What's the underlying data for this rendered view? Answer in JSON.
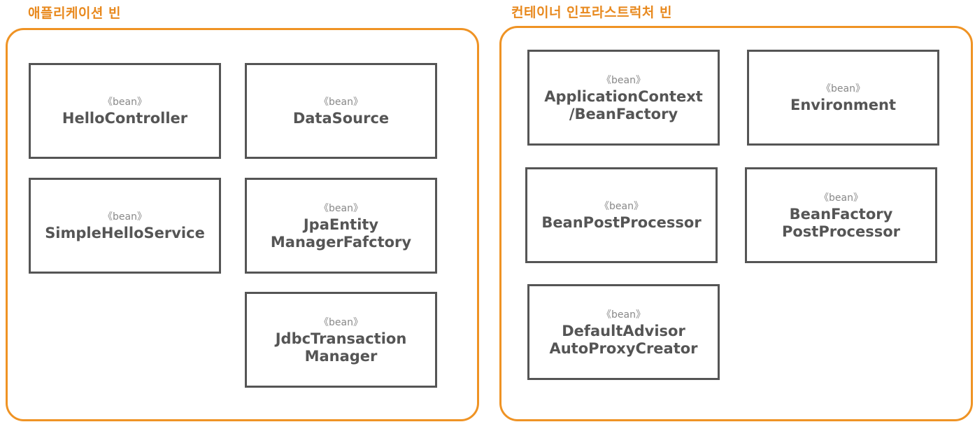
{
  "application_group": {
    "title": "애플리케이션 빈",
    "beans": [
      {
        "stereotype": "《bean》",
        "name": "HelloController"
      },
      {
        "stereotype": "《bean》",
        "name": "DataSource"
      },
      {
        "stereotype": "《bean》",
        "name": "SimpleHelloService"
      },
      {
        "stereotype": "《bean》",
        "name": "JpaEntity\nManagerFafctory"
      },
      {
        "stereotype": "《bean》",
        "name": "JdbcTransaction\nManager"
      }
    ]
  },
  "infrastructure_group": {
    "title": "컨테이너 인프라스트럭처 빈",
    "beans": [
      {
        "stereotype": "《bean》",
        "name": "ApplicationContext\n/BeanFactory"
      },
      {
        "stereotype": "《bean》",
        "name": "Environment"
      },
      {
        "stereotype": "《bean》",
        "name": "BeanPostProcessor"
      },
      {
        "stereotype": "《bean》",
        "name": "BeanFactory\nPostProcessor"
      },
      {
        "stereotype": "《bean》",
        "name": "DefaultAdvisor\nAutoProxyCreator"
      }
    ]
  },
  "colors": {
    "group_border": "#ef9324",
    "title": "#e8891e",
    "bean_border": "#555555"
  }
}
